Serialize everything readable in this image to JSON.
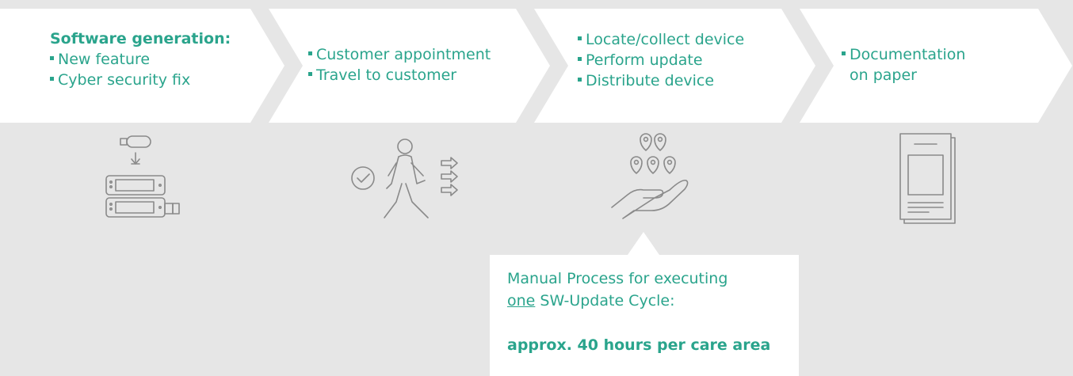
{
  "steps": [
    {
      "heading": "Software generation:",
      "items": [
        "New feature",
        "Cyber security fix"
      ],
      "icon": "usb-update-device-icon"
    },
    {
      "heading": "",
      "items": [
        "Customer appointment",
        "Travel to customer"
      ],
      "icon": "walking-person-icon"
    },
    {
      "heading": "",
      "items": [
        "Locate/collect device",
        "Perform update",
        "Distribute device"
      ],
      "icon": "hand-location-pins-icon"
    },
    {
      "heading": "",
      "items": [
        "Documentation",
        "on paper"
      ],
      "icon": "paper-document-icon"
    }
  ],
  "callout": {
    "line1": "Manual Process for executing",
    "line2_underlined": "one",
    "line2_rest": " SW-Update Cycle:",
    "summary": "approx. 40 hours per care area"
  },
  "colors": {
    "background": "#e6e6e6",
    "panel": "#ffffff",
    "accent": "#2aa48c",
    "icon": "#8a8a8a"
  }
}
